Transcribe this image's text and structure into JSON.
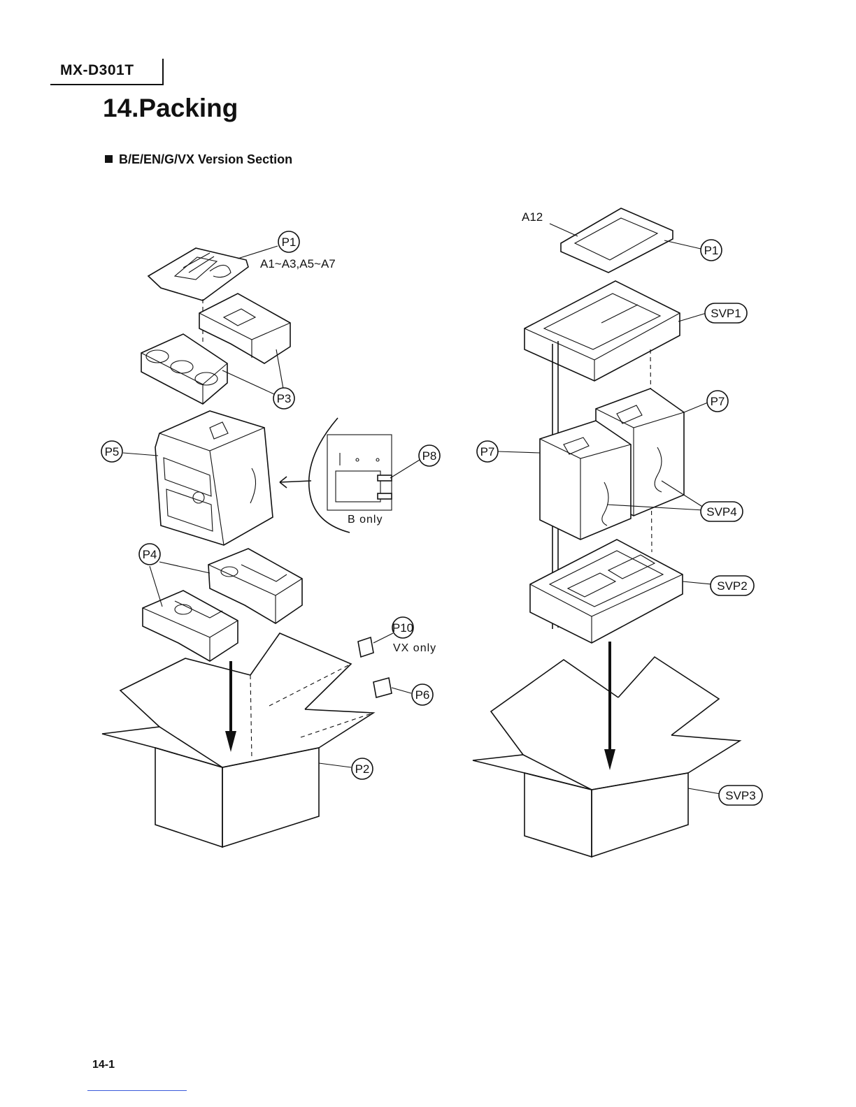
{
  "header": {
    "model": "MX-D301T",
    "title": "14.Packing",
    "section": "B/E/EN/G/VX Version Section"
  },
  "footer": {
    "page_number": "14-1"
  },
  "diagram": {
    "labels": {
      "left_p1": "P1",
      "left_a": "A1~A3,A5~A7",
      "left_p3": "P3",
      "left_p5": "P5",
      "left_p8": "P8",
      "left_b_only": "B only",
      "left_p4": "P4",
      "left_p10": "P10",
      "left_vx_only": "VX only",
      "left_p6": "P6",
      "left_p2": "P2",
      "right_a12": "A12",
      "right_p1": "P1",
      "right_svp1": "SVP1",
      "right_p7_top": "P7",
      "right_p7_left": "P7",
      "right_svp4": "SVP4",
      "right_svp2": "SVP2",
      "right_svp3": "SVP3"
    }
  }
}
